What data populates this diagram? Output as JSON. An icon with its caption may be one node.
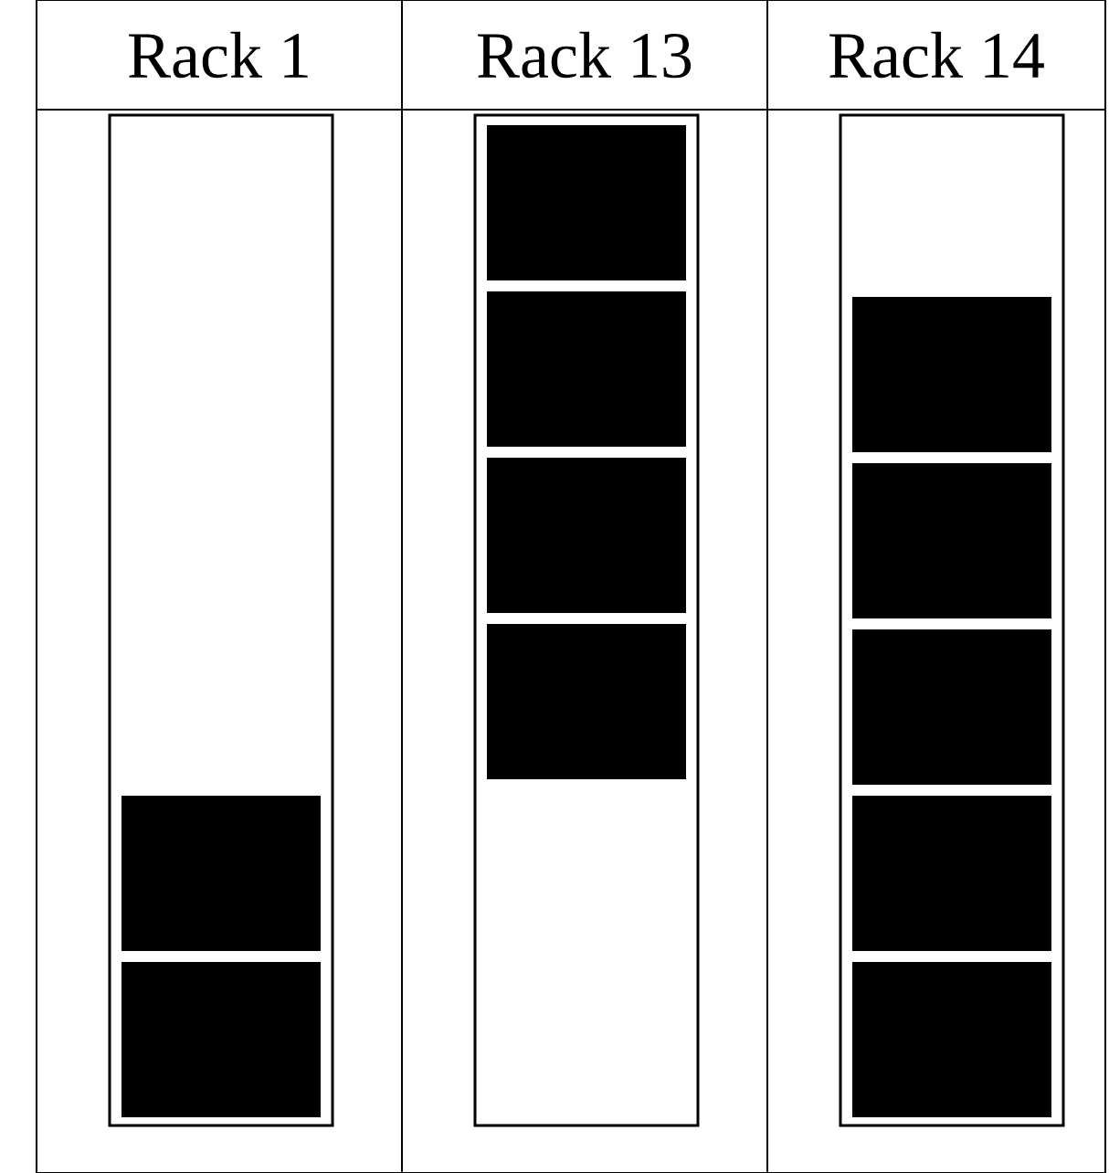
{
  "diagram": {
    "nodes": [
      {
        "text": [
          "Rack 1"
        ]
      },
      {
        "text": [],
        "shape": "box",
        "in": 0
      },
      {
        "text": [],
        "shape": "box",
        "in": 1
      },
      {
        "text": [],
        "shape": "box",
        "in": 1
      },
      {
        "text": [
          "Rack 13"
        ]
      },
      {
        "text": [],
        "shape": "box",
        "in": 4
      },
      {
        "text": [],
        "shape": "box",
        "in": 5
      },
      {
        "text": [],
        "shape": "box",
        "in": 5
      },
      {
        "text": [],
        "shape": "box",
        "in": 5
      },
      {
        "text": [],
        "shape": "box",
        "in": 5
      },
      {
        "text": [
          "Rack 14"
        ]
      },
      {
        "text": [],
        "shape": "box",
        "in": 10
      },
      {
        "text": [],
        "shape": "box",
        "in": 11
      },
      {
        "text": [],
        "shape": "box",
        "in": 11
      },
      {
        "text": [],
        "shape": "box",
        "in": 11
      },
      {
        "text": [],
        "shape": "box",
        "in": 11
      },
      {
        "text": [],
        "shape": "box",
        "in": 11
      }
    ]
  }
}
